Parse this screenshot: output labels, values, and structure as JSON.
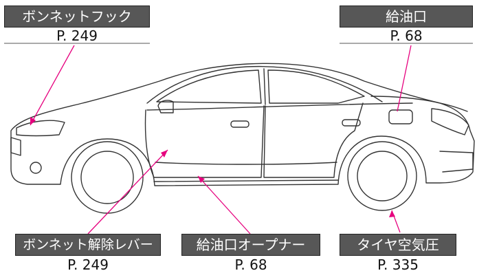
{
  "colors": {
    "label_bg": "#575757",
    "leader": "#e6007e",
    "line": "#333333"
  },
  "callouts": {
    "hood_lock": {
      "label": "ボンネットフック",
      "page": "P. 249"
    },
    "fuel_door": {
      "label": "給油口",
      "page": "P. 68"
    },
    "hood_release": {
      "label": "ボンネット解除レバー",
      "page": "P. 249"
    },
    "fuel_opener": {
      "label": "給油口オープナー",
      "page": "P. 68"
    },
    "tire_pressure": {
      "label": "タイヤ空気圧",
      "page": "P. 335"
    }
  }
}
